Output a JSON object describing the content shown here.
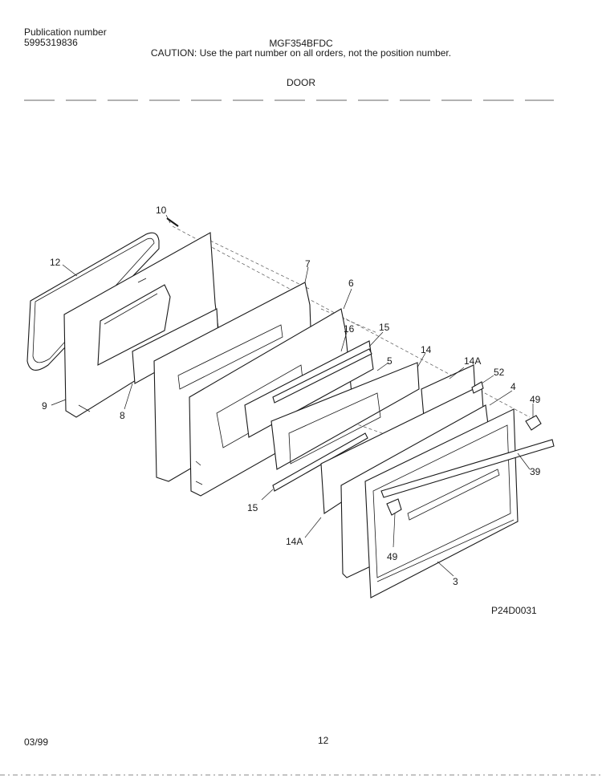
{
  "header": {
    "publication_label": "Publication number",
    "publication_number": "5995319836",
    "model": "MGF354BFDC",
    "caution": "CAUTION:  Use the part number on all orders, not the position number.",
    "section": "DOOR"
  },
  "diagram": {
    "code": "P24D0031",
    "callouts": [
      "10",
      "12",
      "9",
      "8",
      "7",
      "6",
      "16",
      "15",
      "5",
      "14",
      "14A",
      "52",
      "4",
      "49",
      "39",
      "15",
      "14A",
      "49",
      "3"
    ]
  },
  "footer": {
    "date": "03/99",
    "page": "12"
  }
}
